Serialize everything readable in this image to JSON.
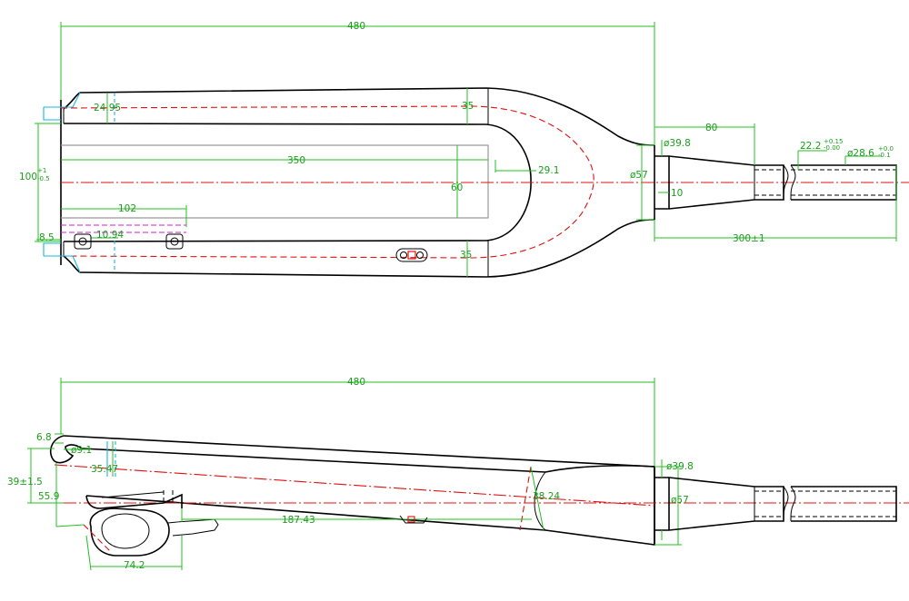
{
  "top_view": {
    "overall_length": "480",
    "blade_tip_width": "24.95",
    "blade_width_a": "35",
    "blade_width_b": "35",
    "axle_span": "100",
    "axle_tol_plus": "+1",
    "axle_tol_minus": "-0.5",
    "inner_length": "350",
    "tire_clearance": "29.1",
    "inner_width": "60",
    "crown_diameter": "ø57",
    "crown_race": "ø39.8",
    "crown_race_height": "10",
    "taper_length": "80",
    "steerer_length": "300±1",
    "steerer_upper_dia": "22.2",
    "steerer_upper_tol_plus": "+0.15",
    "steerer_upper_tol_minus": "-0.00",
    "steerer_lower_dia": "ø28.6",
    "steerer_lower_tol_plus": "+0.0",
    "steerer_lower_tol_minus": "-0.1",
    "disc_mount_offset": "102",
    "dropout_offset": "8.5",
    "mount_spacing": "10.94"
  },
  "side_view": {
    "overall_length": "480",
    "dropout_slot": "6.8",
    "dropout_hole": "ø9.1",
    "blade_section": "35.47",
    "dropout_height": "39±1.5",
    "caliper_offset": "55.9",
    "mount_distance": "187.43",
    "crown_section": "38.24",
    "crown_race": "ø39.8",
    "crown_diameter": "ø57",
    "caliper_span": "74.2"
  }
}
